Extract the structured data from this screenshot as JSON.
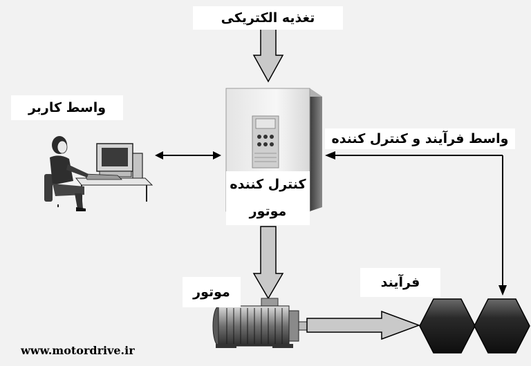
{
  "labels": {
    "power_supply": "تغذیه الکتریکی",
    "user_interface": "واسط کاربر",
    "process_controller_interface": "واسط فرآیند و کنترل کننده",
    "motor_controller_line1": "کنترل کننده",
    "motor_controller_line2": "موتور",
    "motor": "موتور",
    "process": "فرآیند"
  },
  "website": "www.motordrive.ir",
  "colors": {
    "background": "#f2f2f2",
    "label_bg": "#ffffff",
    "arrow_fill": "#c9c9c9",
    "arrow_line": "#000000",
    "hexagon": "#1e1e1e"
  },
  "icons": {
    "user": "computer-user-icon",
    "controller": "drive-controller-icon",
    "motor": "electric-motor-icon",
    "process": "hexagon-process-icon"
  }
}
